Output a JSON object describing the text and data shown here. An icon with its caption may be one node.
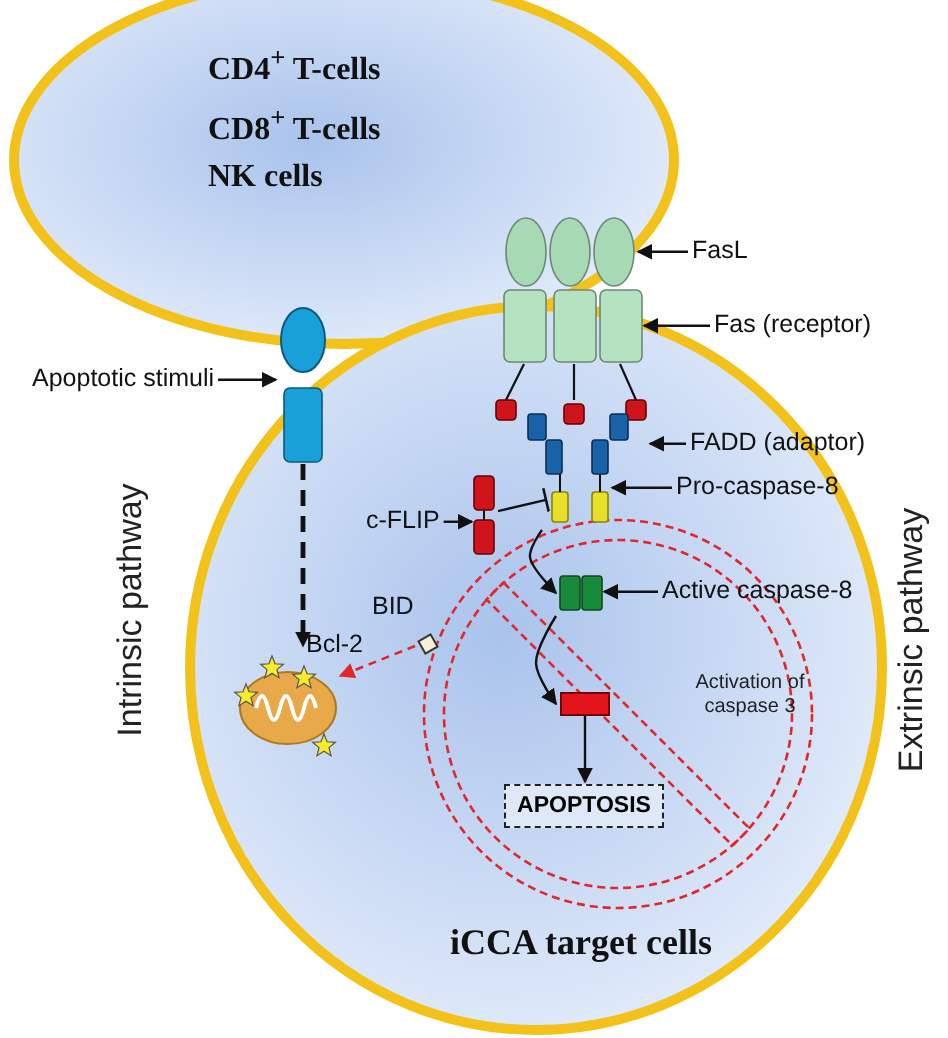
{
  "diagram": {
    "nodes": [
      {
        "text": [
          "CD4$^{+}$ T-cells",
          "CD8$^{+}$ T-cells",
          "NK cells"
        ]
      },
      {
        "text": [
          "iCCA target cells"
        ]
      },
      {
        "text": [
          "FasL"
        ]
      },
      {
        "text": [],
        "shape": "picture",
        "in": 0
      },
      {
        "text": [
          "Apoptotic stimuli"
        ]
      },
      {
        "text": [],
        "shape": "picture"
      },
      {
        "text": [
          "Fas (receptor)"
        ]
      },
      {
        "text": [],
        "shape": "picture"
      },
      {
        "text": [
          "FADD (adaptor)"
        ],
        "in": 1
      },
      {
        "text": [],
        "shape": "picture",
        "in": 1
      },
      {
        "text": [
          "c-FLIP"
        ],
        "in": 1
      },
      {
        "text": [],
        "shape": "picture",
        "in": 1
      },
      {
        "text": [
          "Pro-caspase-8"
        ],
        "in": 1
      },
      {
        "text": [],
        "shape": "picture",
        "in": 1
      },
      {
        "text": [
          "Active caspase-8"
        ],
        "in": 1
      },
      {
        "text": [],
        "shape": "picture",
        "in": 1
      },
      {
        "text": [],
        "shape": "box",
        "in": 1,
        "beside": [
          "BID"
        ]
      },
      {
        "text": [],
        "shape": "picture",
        "in": 1,
        "beside": [
          "Bcl-2"
        ]
      },
      {
        "text": [],
        "shape": "box",
        "in": 1
      },
      {
        "text": [
          "APOPTOSIS"
        ],
        "in": 1
      }
    ],
    "edges": [
      {
        "from": 2,
        "to": 3,
        "arrow": "to"
      },
      {
        "from": 6,
        "to": 7,
        "arrow": "to"
      },
      {
        "from": 4,
        "to": 5,
        "arrow": "to"
      },
      {
        "from": 8,
        "to": 9,
        "arrow": "to"
      },
      {
        "from": 12,
        "to": 13,
        "arrow": "to"
      },
      {
        "from": 10,
        "to": 11,
        "arrow": "to"
      },
      {
        "from": 14,
        "to": 15,
        "arrow": "to"
      },
      {
        "from": 11,
        "to": 13,
        "arrow": "other"
      },
      {
        "from": 13,
        "to": 15,
        "arrow": "to"
      },
      {
        "from": 15,
        "to": 18,
        "arrow": "to"
      },
      {
        "from": 18,
        "to": 19,
        "arrow": "to"
      },
      {
        "from": 5,
        "to": 17,
        "arrow": "to",
        "style": "dashed"
      },
      {
        "from": 16,
        "to": 17,
        "arrow": "to",
        "style": "dashed",
        "color": "#e3262b"
      }
    ],
    "labels": [
      "Activation of caspase 3",
      "Intrinsic pathway",
      "Extrinsic pathway"
    ]
  }
}
